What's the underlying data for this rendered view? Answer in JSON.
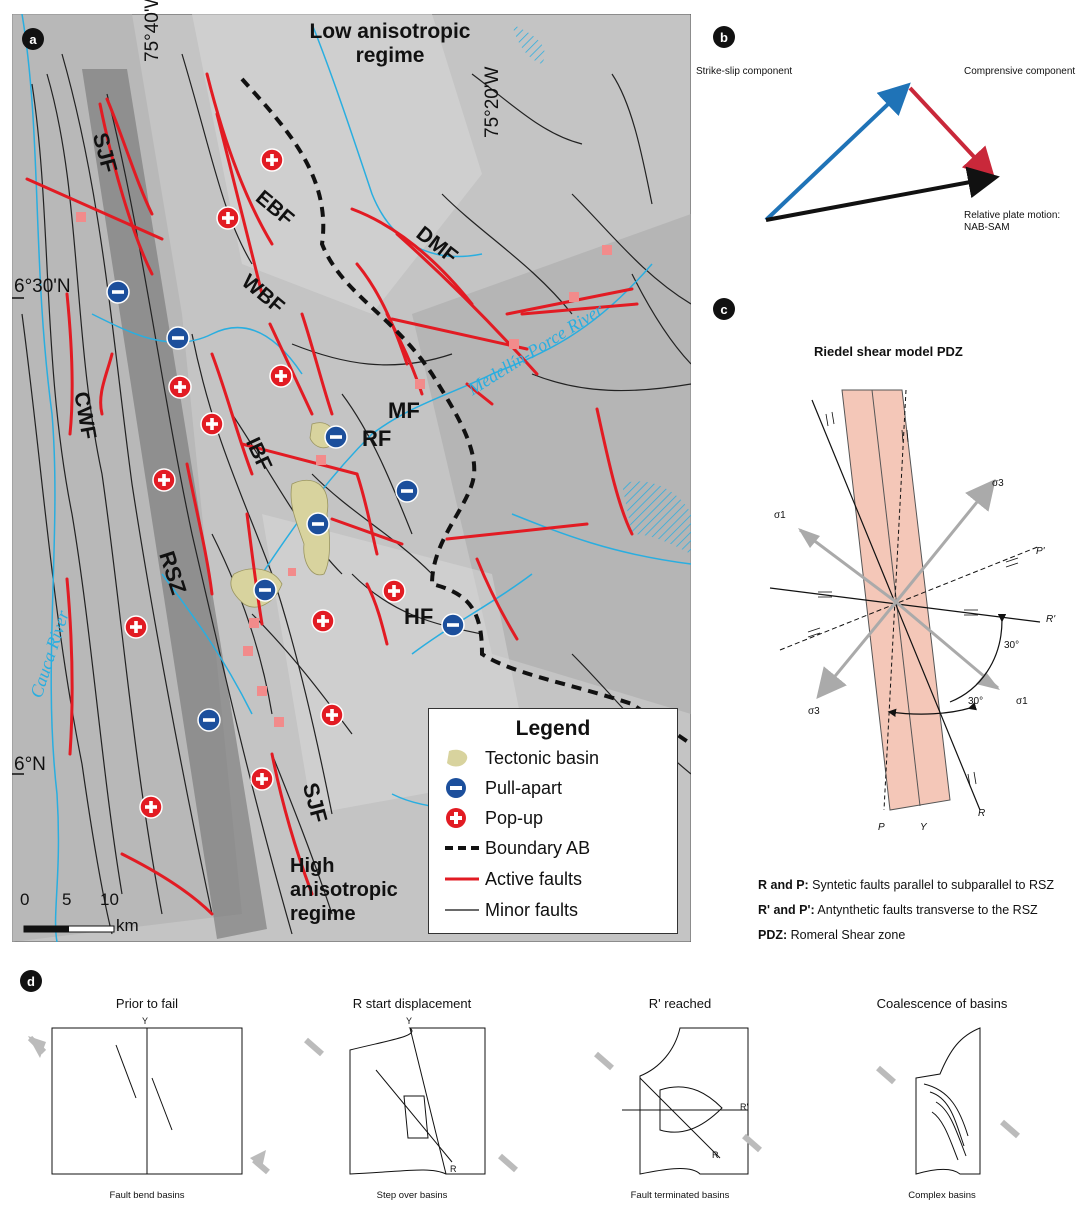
{
  "panel_labels": {
    "a": "a",
    "b": "b",
    "c": "c",
    "d": "d"
  },
  "map": {
    "regime_low": [
      "Low anisotropic",
      "regime"
    ],
    "regime_high": [
      "High",
      "anisotropic",
      "regime"
    ],
    "coords": {
      "lon_1": "75°40'W",
      "lon_2": "75°20'W",
      "lat_1": "6°30'N",
      "lat_2": "6°N"
    },
    "faults": {
      "sjf_north": "SJF",
      "ebf": "EBF",
      "wbf": "WBF",
      "dmf": "DMF",
      "cwf": "CWF",
      "rsz": "RSZ",
      "ibf": "IBF",
      "rf": "RF",
      "mf": "MF",
      "hf": "HF",
      "sjf_south": "SJF"
    },
    "rivers": {
      "medellin": "Medellín-Porce River",
      "cauca": "Cauca River"
    },
    "scale": {
      "t0": "0",
      "t5": "5",
      "t10": "10",
      "unit": "km"
    },
    "legend": {
      "title": "Legend",
      "items": [
        {
          "label": "Tectonic basin",
          "symbol": "basin"
        },
        {
          "label": "Pull-apart",
          "symbol": "pull-apart"
        },
        {
          "label": "Pop-up",
          "symbol": "pop-up"
        },
        {
          "label": "Boundary AB",
          "symbol": "dashed"
        },
        {
          "label": "Active faults",
          "symbol": "red-line"
        },
        {
          "label": "Minor faults",
          "symbol": "black-line"
        }
      ]
    },
    "colors": {
      "active_fault": "#e21b23",
      "river": "#29aee0",
      "basin": "#d8d39e",
      "pull_apart": "#1c4f9c",
      "pop_up": "#e21b23",
      "terrain": "#bdbdbd"
    }
  },
  "panel_b": {
    "strike_slip": "Strike-slip component",
    "compressive": "Comprensive component",
    "plate_motion_1": "Relative plate motion:",
    "plate_motion_2": "NAB-SAM",
    "colors": {
      "strike": "#1f73b7",
      "comp": "#c9283a",
      "plate": "#111111"
    }
  },
  "panel_c": {
    "title": "Riedel shear model PDZ",
    "sigma1": "σ1",
    "sigma3": "σ3",
    "p_prime": "P'",
    "r_prime": "R'",
    "p": "P",
    "y": "Y",
    "r": "R",
    "angle": "30°"
  },
  "notes": [
    {
      "key": "R and P:",
      "text": " Syntetic faults parallel to subparallel to RSZ"
    },
    {
      "key": "R' and P':",
      "text": " Antynthetic faults transverse to the RSZ"
    },
    {
      "key": "PDZ:",
      "text": " Romeral Shear zone"
    }
  ],
  "panel_d": {
    "stages": [
      {
        "title": "Prior to fail",
        "caption": "Fault bend basins"
      },
      {
        "title": "R start displacement",
        "caption": "Step over basins"
      },
      {
        "title": "R' reached",
        "caption": "Fault terminated basins"
      },
      {
        "title": "Coalescence of basins",
        "caption": "Complex basins"
      }
    ],
    "y": "Y",
    "r": "R",
    "r_prime": "R'"
  }
}
